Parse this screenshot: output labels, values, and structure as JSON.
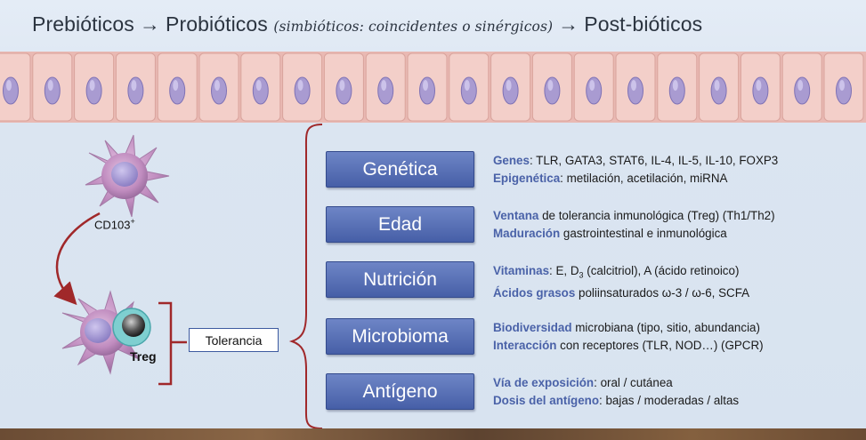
{
  "title": {
    "part1": "Prebióticos",
    "arrow1": "→",
    "part2": "Probióticos",
    "subtitle": "(simbióticos: coincidentes o sinérgicos)",
    "arrow2": "→",
    "part3": "Post-bióticos"
  },
  "cells": {
    "cd103_label": "CD103",
    "cd103_sup": "+",
    "treg_label": "Treg",
    "tolerance_label": "Tolerancia"
  },
  "factors": [
    {
      "label": "Genética",
      "line1": {
        "key": "Genes",
        "text": ": TLR, GATA3, STAT6, IL-4, IL-5, IL-10, FOXP3"
      },
      "line2": {
        "key": "Epigenética",
        "text": ": metilación, acetilación, miRNA"
      }
    },
    {
      "label": "Edad",
      "line1": {
        "key": "Ventana",
        "text": " de tolerancia inmunológica (Treg) (Th1/Th2)"
      },
      "line2": {
        "key": "Maduración",
        "text": " gastrointestinal e inmunológica"
      }
    },
    {
      "label": "Nutrición",
      "line1": {
        "key": "Vitaminas",
        "text_a": ": E, D",
        "sub": "3",
        "text_b": " (calcitriol), A (ácido retinoico)"
      },
      "line2": {
        "key": "Ácidos grasos",
        "text": " poliinsaturados ω-3 / ω-6, SCFA"
      }
    },
    {
      "label": "Microbioma",
      "line1": {
        "key": "Biodiversidad",
        "text": " microbiana (tipo, sitio, abundancia)"
      },
      "line2": {
        "key": "Interacción",
        "text": " con receptores (TLR, NOD…) (GPCR)"
      }
    },
    {
      "label": "Antígeno",
      "line1": {
        "key": "Vía de exposición",
        "text": ": oral / cutánea"
      },
      "line2": {
        "key": "Dosis del antígeno",
        "text": ": bajas / moderadas / altas"
      }
    }
  ],
  "colors": {
    "box_fill": "#5570b8",
    "key_text": "#4a62a8",
    "bracket": "#a0282a",
    "epithelium": "#f3cfc9",
    "nucleus": "#a99bd1",
    "cell_body": "#c59ac6"
  }
}
